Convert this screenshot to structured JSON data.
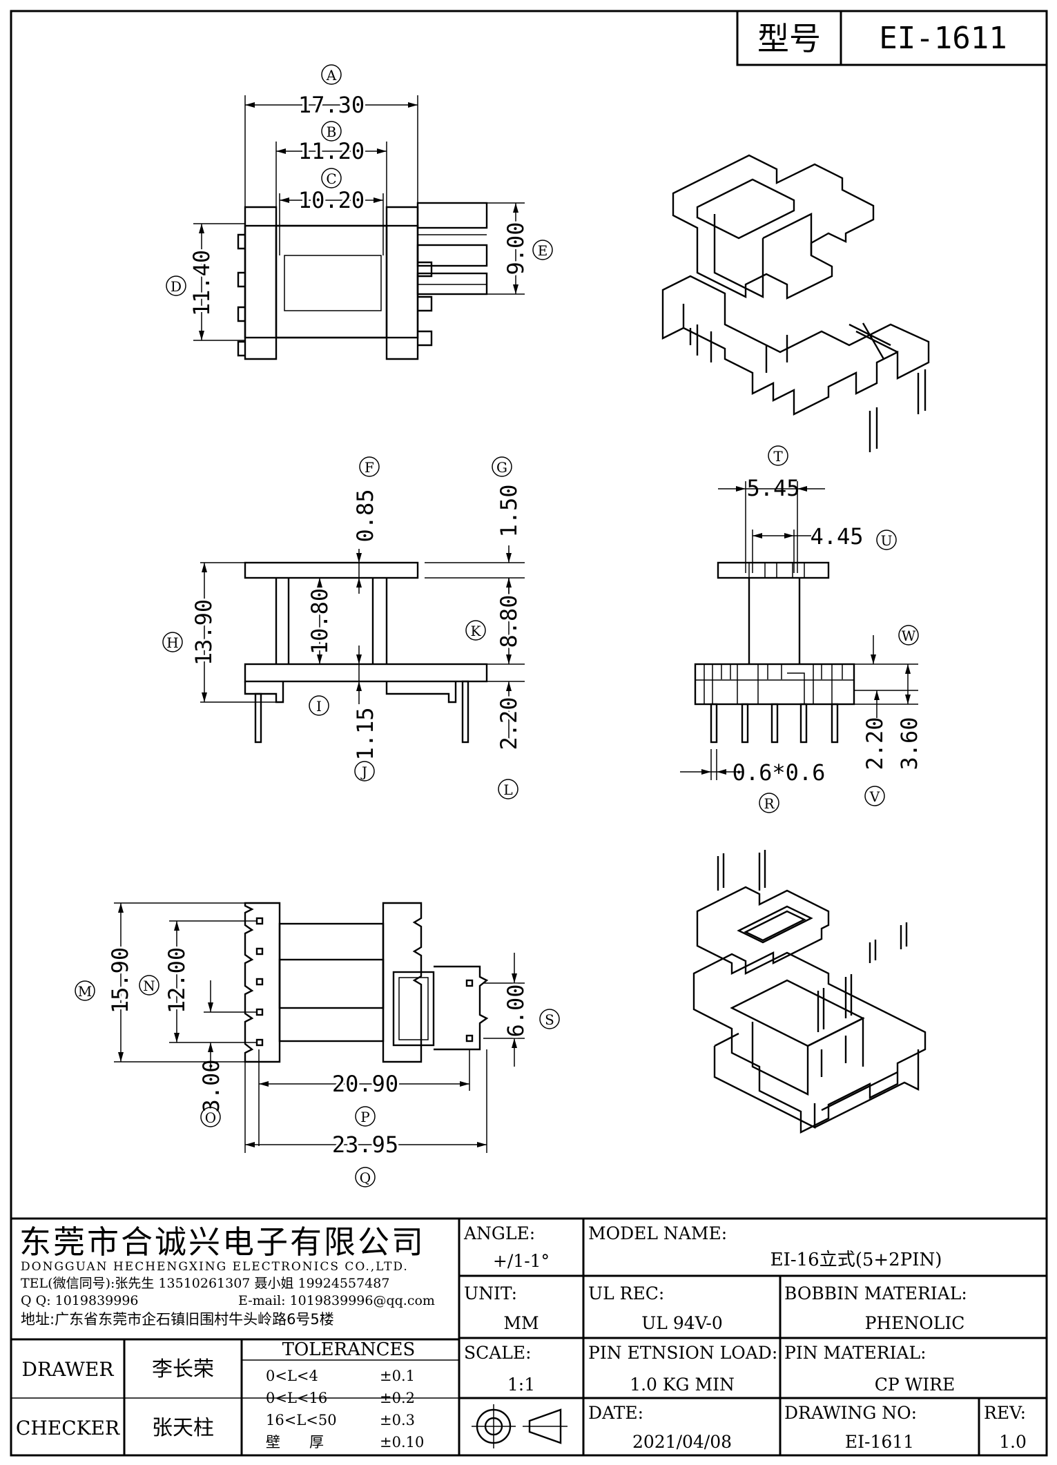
{
  "header": {
    "model_label": "型号",
    "model_value": "EI-1611"
  },
  "dimensions": [
    {
      "letter": "A",
      "value": "17.30"
    },
    {
      "letter": "B",
      "value": "11.20"
    },
    {
      "letter": "C",
      "value": "10.20"
    },
    {
      "letter": "D",
      "value": "11.40"
    },
    {
      "letter": "E",
      "value": "9.00"
    },
    {
      "letter": "F",
      "value": "0.85"
    },
    {
      "letter": "G",
      "value": "1.50"
    },
    {
      "letter": "H",
      "value": "13.90"
    },
    {
      "letter": "I",
      "value": "10.80"
    },
    {
      "letter": "J",
      "value": "1.15"
    },
    {
      "letter": "K",
      "value": "8.80"
    },
    {
      "letter": "L",
      "value": "2.20"
    },
    {
      "letter": "M",
      "value": "15.90"
    },
    {
      "letter": "N",
      "value": "12.00"
    },
    {
      "letter": "O",
      "value": "3.00"
    },
    {
      "letter": "P",
      "value": "20.90"
    },
    {
      "letter": "Q",
      "value": "23.95"
    },
    {
      "letter": "R",
      "value": "0.6*0.6"
    },
    {
      "letter": "S",
      "value": "6.00"
    },
    {
      "letter": "T",
      "value": "5.45"
    },
    {
      "letter": "U",
      "value": "4.45"
    },
    {
      "letter": "V",
      "value": "2.20"
    },
    {
      "letter": "W",
      "value": "3.60"
    }
  ],
  "company": {
    "name_cn": "东莞市合诚兴电子有限公司",
    "name_en": "DONGGUAN HECHENGXING ELECTRONICS CO.,LTD.",
    "tel": "TEL(微信同号):张先生 13510261307 聂小姐 19924557487",
    "qq": "Q Q: 1019839996",
    "email": "E-mail: 1019839996@qq.com",
    "address": "地址:广东省东莞市企石镇旧围村牛头岭路6号5楼"
  },
  "angle": {
    "label": "ANGLE:",
    "value": "+/1-1°"
  },
  "unit": {
    "label": "UNIT:",
    "value": "MM"
  },
  "scale": {
    "label": "SCALE:",
    "value": "1:1"
  },
  "model_name": {
    "label": "MODEL NAME:",
    "value": "EI-16立式(5+2PIN)"
  },
  "ul_rec": {
    "label": "UL REC:",
    "value": "UL 94V-0"
  },
  "bobbin_material": {
    "label": "BOBBIN MATERIAL:",
    "value": "PHENOLIC"
  },
  "pin_load": {
    "label": "PIN ETNSION LOAD:",
    "value": "1.0 KG MIN"
  },
  "pin_material": {
    "label": "PIN MATERIAL:",
    "value": "CP WIRE"
  },
  "date": {
    "label": "DATE:",
    "value": "2021/04/08"
  },
  "drawing_no": {
    "label": "DRAWING NO:",
    "value": "EI-1611"
  },
  "rev": {
    "label": "REV:",
    "value": "1.0"
  },
  "drawer": {
    "label": "DRAWER",
    "value": "李长荣"
  },
  "checker": {
    "label": "CHECKER",
    "value": "张天柱"
  },
  "tolerances": {
    "title": "TOLERANCES",
    "rows": [
      {
        "range": "0<L<4",
        "tol": "±0.1"
      },
      {
        "range": "0<L<16",
        "tol": "±0.2"
      },
      {
        "range": "16<L<50",
        "tol": "±0.3"
      },
      {
        "range": "壁　　厚",
        "tol": "±0.10"
      }
    ]
  }
}
